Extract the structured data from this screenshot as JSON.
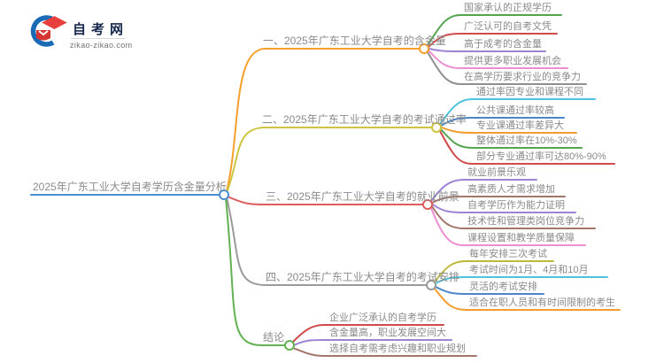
{
  "logo": {
    "site_name": "自考网",
    "site_url": "zikao-zikao.com",
    "crescent_color": "#1a6ab5",
    "cap_color": "#e8403c"
  },
  "mindmap": {
    "root": {
      "label": "2025年广东工业大学自考学历含金量分析",
      "color": "#4a90d2"
    },
    "branches": [
      {
        "label": "一、2025年广东工业大学自考的含金量",
        "color": "#f5a02d",
        "children": [
          {
            "label": "国家承认的正规学历",
            "color": "#55a44e"
          },
          {
            "label": "广泛认可的自考文凭",
            "color": "#d04b4b"
          },
          {
            "label": "高于成考的含金量",
            "color": "#9d83d3"
          },
          {
            "label": "提供更多职业发展机会",
            "color": "#ee8ed2"
          },
          {
            "label": "在高学历要求行业的竞争力",
            "color": "#8f8f8f"
          }
        ]
      },
      {
        "label": "二、2025年广东工业大学自考的考试通过率",
        "color": "#cdc53e",
        "children": [
          {
            "label": "通过率因专业和课程不同",
            "color": "#4fc3dd"
          },
          {
            "label": "公共课通过率较高",
            "color": "#4a86c8"
          },
          {
            "label": "专业课通过率差异大",
            "color": "#f49c2e"
          },
          {
            "label": "整体通过率在10%-30%",
            "color": "#55a44e"
          },
          {
            "label": "部分专业通过率可达80%-90%",
            "color": "#d04b4b"
          }
        ]
      },
      {
        "label": "三、2025年广东工业大学自考的就业前景",
        "color": "#dd5c5c",
        "children": [
          {
            "label": "就业前景乐观",
            "color": "#9d83d3"
          },
          {
            "label": "高素质人才需求增加",
            "color": "#a3766b"
          },
          {
            "label": "自考学历作为能力证明",
            "color": "#9d83d3"
          },
          {
            "label": "技术性和管理类岗位竞争力",
            "color": "#a3766b"
          },
          {
            "label": "课程设置和教学质量保障",
            "color": "#ee8ed2"
          }
        ]
      },
      {
        "label": "四、2025年广东工业大学自考的考试安排",
        "color": "#9a9a9a",
        "children": [
          {
            "label": "每年安排三次考试",
            "color": "#bdb93a"
          },
          {
            "label": "考试时间为1月、4月和10月",
            "color": "#4fc3dd"
          },
          {
            "label": "灵活的考试安排",
            "color": "#4a86c8"
          },
          {
            "label": "适合在职人员和有时间限制的考生",
            "color": "#f49c2e"
          }
        ]
      },
      {
        "label": "结论",
        "color": "#62b152",
        "children": [
          {
            "label": "企业广泛承认的自考学历",
            "color": "#d04b4b"
          },
          {
            "label": "含金量高，职业发展空间大",
            "color": "#9d83d3"
          },
          {
            "label": "选择自考需考虑兴趣和职业规划",
            "color": "#a3766b"
          }
        ]
      }
    ]
  }
}
